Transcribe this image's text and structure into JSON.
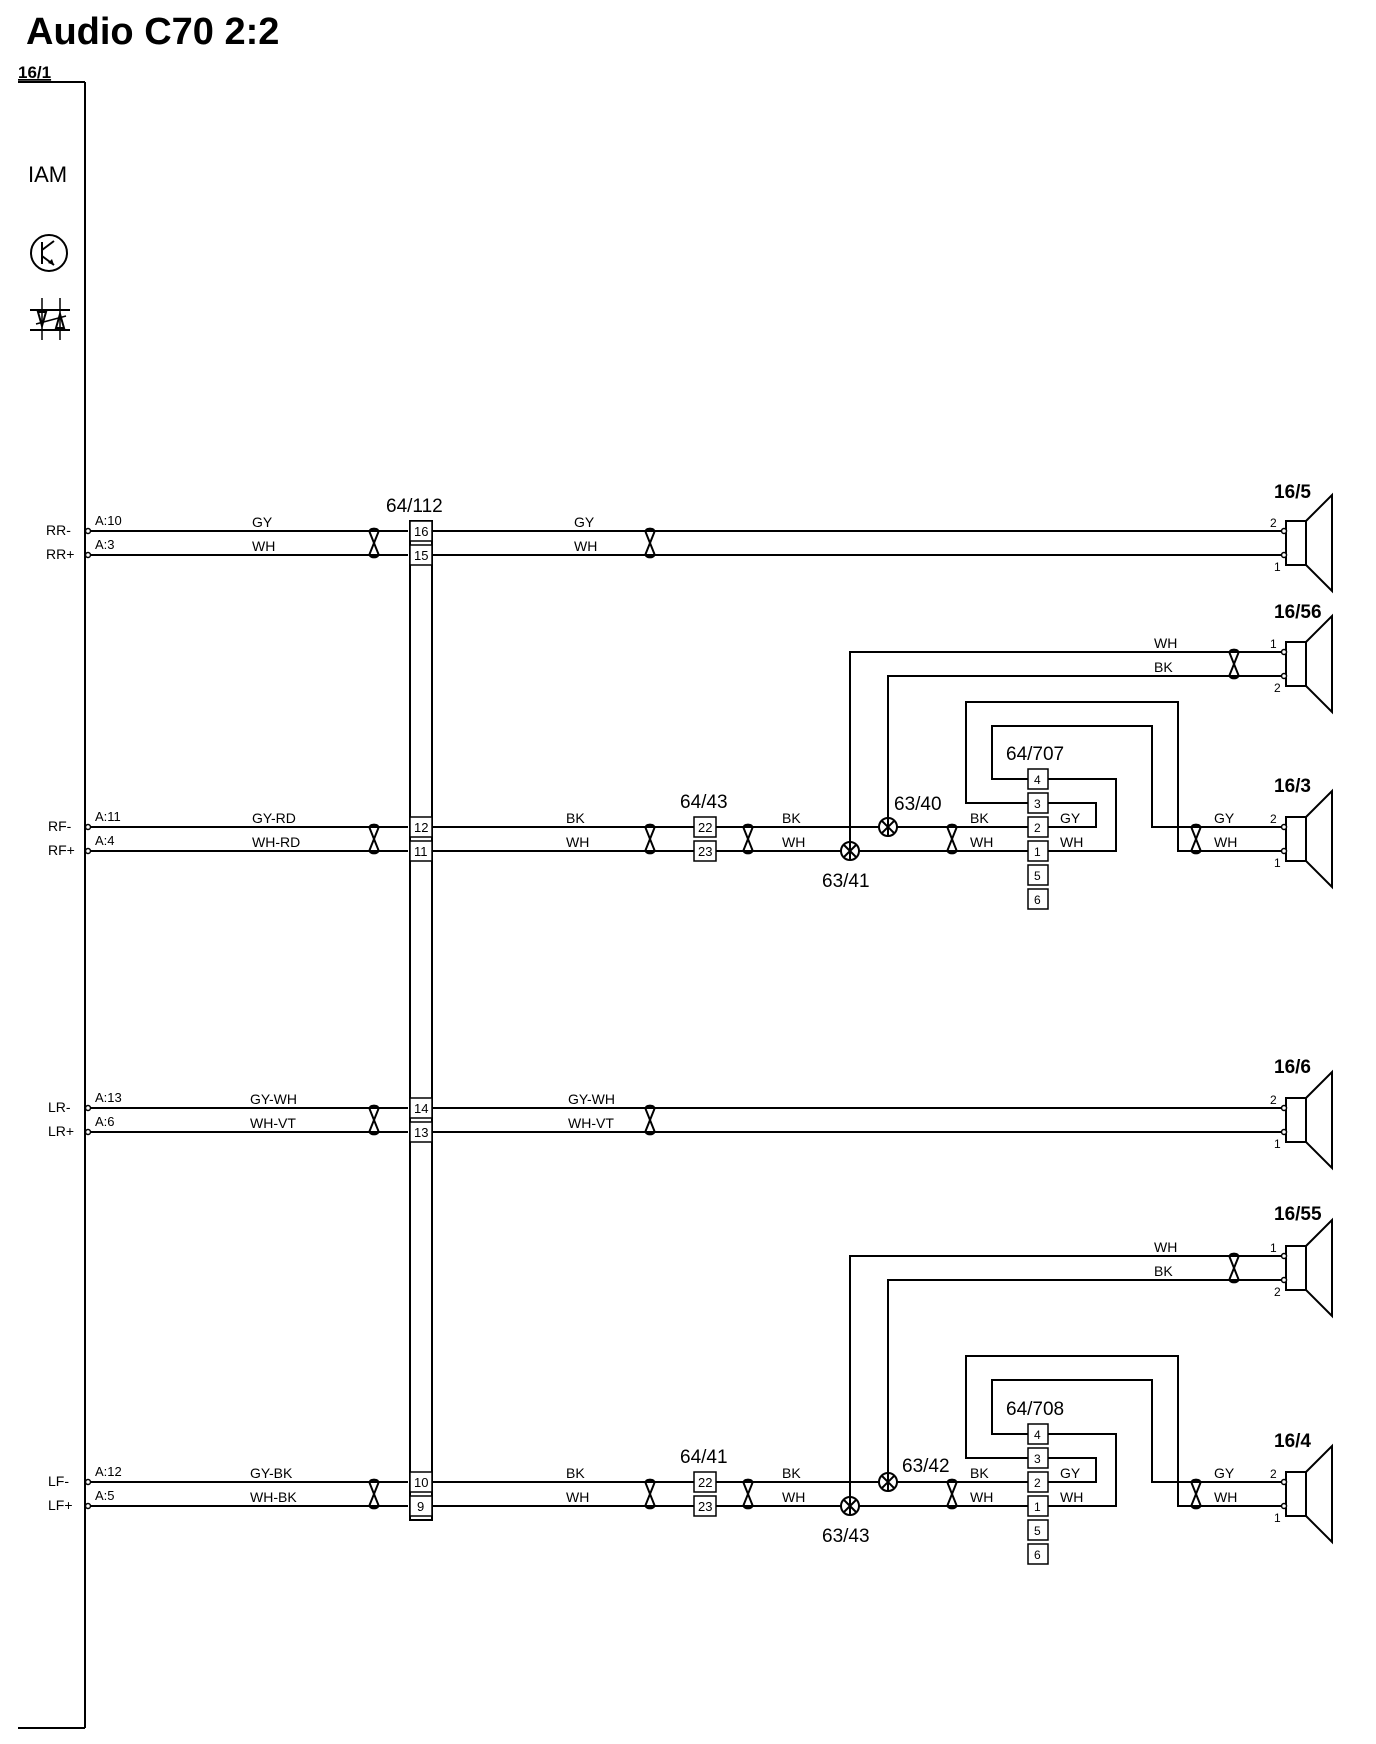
{
  "title": "Audio C70 2:2",
  "module": {
    "ref": "16/1",
    "name": "IAM"
  },
  "signals": [
    {
      "label": "RR-",
      "pin": "A:10",
      "wire": "GY"
    },
    {
      "label": "RR+",
      "pin": "A:3",
      "wire": "WH"
    },
    {
      "label": "RF-",
      "pin": "A:11",
      "wire": "GY-RD"
    },
    {
      "label": "RF+",
      "pin": "A:4",
      "wire": "WH-RD"
    },
    {
      "label": "LR-",
      "pin": "A:13",
      "wire": "GY-WH"
    },
    {
      "label": "LR+",
      "pin": "A:6",
      "wire": "WH-VT"
    },
    {
      "label": "LF-",
      "pin": "A:12",
      "wire": "GY-BK"
    },
    {
      "label": "LF+",
      "pin": "A:5",
      "wire": "WH-BK"
    }
  ],
  "connector_112": {
    "ref": "64/112",
    "pins": [
      "16",
      "15",
      "12",
      "11",
      "14",
      "13",
      "10",
      "9"
    ]
  },
  "mid_wires": {
    "rr_minus": "GY",
    "rr_plus": "WH",
    "rf_minus": "BK",
    "rf_plus": "WH",
    "lr_minus": "GY-WH",
    "lr_plus": "WH-VT",
    "lf_minus": "BK",
    "lf_plus": "WH"
  },
  "connector_43": {
    "ref": "64/43",
    "pins": [
      "22",
      "23"
    ]
  },
  "connector_41": {
    "ref": "64/41",
    "pins": [
      "22",
      "23"
    ]
  },
  "post_wires": {
    "rf_minus": "BK",
    "rf_plus": "WH",
    "lf_minus": "BK",
    "lf_plus": "WH"
  },
  "splices": {
    "rf_plus": "63/41",
    "rf_minus": "63/40",
    "lf_plus": "63/43",
    "lf_minus": "63/42"
  },
  "connector_707": {
    "ref": "64/707",
    "pins": [
      "4",
      "3",
      "2",
      "1",
      "5",
      "6"
    ]
  },
  "connector_708": {
    "ref": "64/708",
    "pins": [
      "4",
      "3",
      "2",
      "1",
      "5",
      "6"
    ]
  },
  "tweeter_wires": {
    "top_plus": "WH",
    "top_minus": "BK",
    "bot_plus": "WH",
    "bot_minus": "BK"
  },
  "conn_wires": {
    "a_in_minus": "BK",
    "a_in_plus": "WH",
    "a_out_minus": "GY",
    "a_out_plus": "WH",
    "b_in_minus": "BK",
    "b_in_plus": "WH",
    "b_out_minus": "GY",
    "b_out_plus": "WH"
  },
  "front_wires": {
    "rf_minus": "GY",
    "rf_plus": "WH",
    "lf_minus": "GY",
    "lf_plus": "WH"
  },
  "speakers": [
    {
      "ref": "16/5",
      "pin_top": "2",
      "pin_bottom": "1"
    },
    {
      "ref": "16/56",
      "pin_top": "1",
      "pin_bottom": "2"
    },
    {
      "ref": "16/3",
      "pin_top": "2",
      "pin_bottom": "1"
    },
    {
      "ref": "16/6",
      "pin_top": "2",
      "pin_bottom": "1"
    },
    {
      "ref": "16/55",
      "pin_top": "1",
      "pin_bottom": "2"
    },
    {
      "ref": "16/4",
      "pin_top": "2",
      "pin_bottom": "1"
    }
  ]
}
